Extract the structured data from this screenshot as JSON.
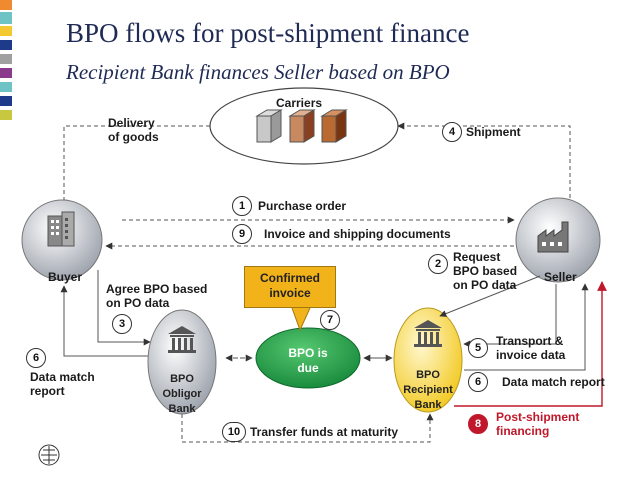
{
  "title": "BPO flows for post-shipment finance",
  "subtitle": "Recipient Bank finances Seller based on BPO",
  "nodes": {
    "carriers": "Carriers",
    "buyer": "Buyer",
    "seller": "Seller",
    "obligor_bank": [
      "BPO",
      "Obligor",
      "Bank"
    ],
    "recipient_bank": [
      "BPO",
      "Recipient",
      "Bank"
    ],
    "bpo_due": [
      "BPO is",
      "due"
    ],
    "confirmed_invoice": [
      "Confirmed",
      "invoice"
    ]
  },
  "flows": {
    "delivery": [
      "Delivery",
      "of goods"
    ],
    "shipment": {
      "num": "4",
      "label": "Shipment"
    },
    "purchase_order": {
      "num": "1",
      "label": "Purchase order"
    },
    "invoice_docs": {
      "num": "9",
      "label": "Invoice and shipping documents"
    },
    "request_bpo": {
      "num": "2",
      "label": [
        "Request",
        "BPO based",
        "on PO data"
      ]
    },
    "agree_bpo": {
      "num": "3",
      "label": [
        "Agree BPO based",
        "on PO data"
      ]
    },
    "data_match_buyer": {
      "num": "6",
      "label": [
        "Data match",
        "report"
      ]
    },
    "transport": {
      "num": "5",
      "label": [
        "Transport &",
        "invoice data"
      ]
    },
    "data_match_seller": {
      "num": "6",
      "label": "Data match report"
    },
    "confirmed_num": "7",
    "post_shipment": {
      "num": "8",
      "label": [
        "Post-shipment",
        "financing"
      ]
    },
    "transfer": {
      "num": "10",
      "label": "Transfer funds at maturity"
    }
  },
  "colors": {
    "title": "#1f2a55",
    "accent_red": "#c0182a",
    "bpo_due_green": "#1e9a3c",
    "confirmed_orange": "#f2b21a",
    "recipient_yellow": "#f4d23a"
  }
}
